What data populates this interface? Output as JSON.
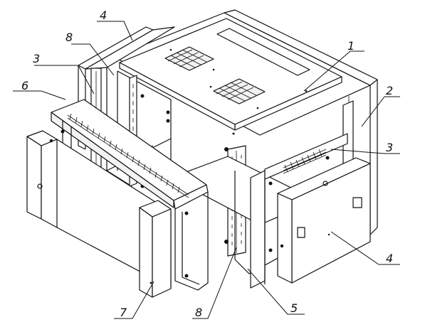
{
  "diagram": {
    "callouts": [
      {
        "id": "c1",
        "label": "1"
      },
      {
        "id": "c2",
        "label": "2"
      },
      {
        "id": "c3a",
        "label": "3"
      },
      {
        "id": "c3b",
        "label": "3"
      },
      {
        "id": "c4a",
        "label": "4"
      },
      {
        "id": "c4b",
        "label": "4"
      },
      {
        "id": "c5",
        "label": "5"
      },
      {
        "id": "c6",
        "label": "6"
      },
      {
        "id": "c7",
        "label": "7"
      },
      {
        "id": "c8a",
        "label": "8"
      },
      {
        "id": "c8b",
        "label": "8"
      }
    ]
  }
}
